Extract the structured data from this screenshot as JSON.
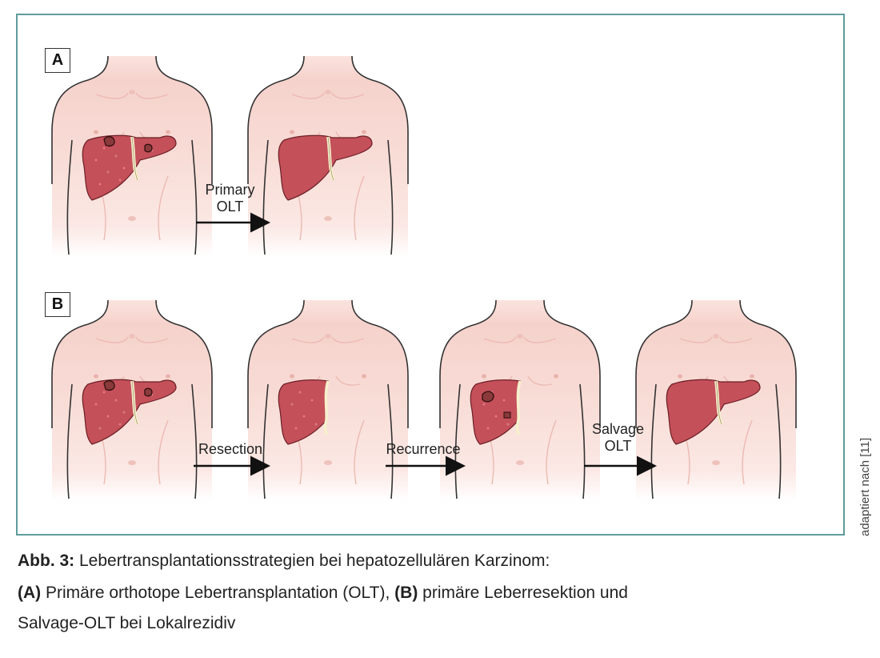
{
  "panels": [
    {
      "label": "A",
      "arrows": [
        {
          "line1": "Primary",
          "line2": "OLT"
        }
      ]
    },
    {
      "label": "B",
      "arrows": [
        {
          "line1": "Resection"
        },
        {
          "line1": "Recurrence"
        },
        {
          "line1": "Salvage",
          "line2": "OLT"
        }
      ]
    }
  ],
  "credit": "adaptiert nach [11]",
  "caption": {
    "fig_label": "Abb. 3:",
    "title": " Lebertransplantationsstrategien bei hepatozellulären Karzinom:",
    "a_label": "(A)",
    "a_text": " Primäre orthotope Lebertransplantation (OLT), ",
    "b_label": "(B)",
    "b_text": " primäre Leberresektion und",
    "line3": "Salvage-OLT bei Lokalrezidiv"
  },
  "colors": {
    "frame": "#5f9c9c",
    "skin": "#f8dcd6",
    "liver": "#c4505a",
    "liver_dark": "#a83a45"
  }
}
